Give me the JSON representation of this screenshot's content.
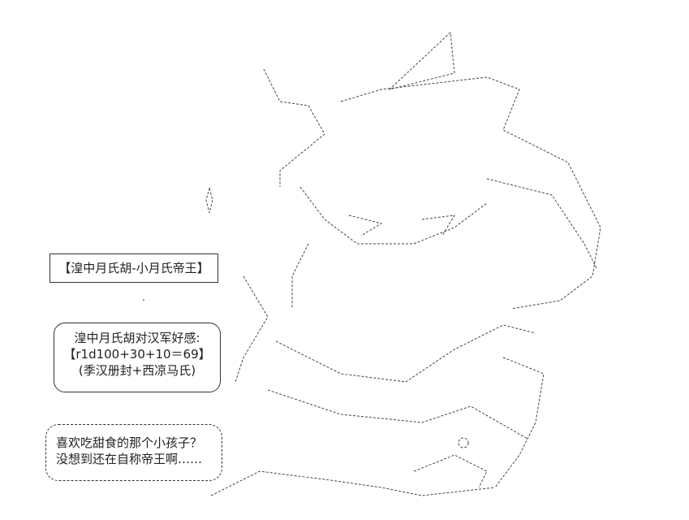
{
  "title_box": {
    "text": "【湟中月氏胡-小月氏帝王】"
  },
  "favor_box": {
    "lines": [
      "湟中月氏胡对汉军好感:",
      "【r1d100+30+10＝69】",
      "(季汉册封+西凉马氏)"
    ]
  },
  "speech_box": {
    "lines": [
      "喜欢吃甜食的那个小孩子？",
      "没想到还在自称帝王啊……"
    ]
  }
}
